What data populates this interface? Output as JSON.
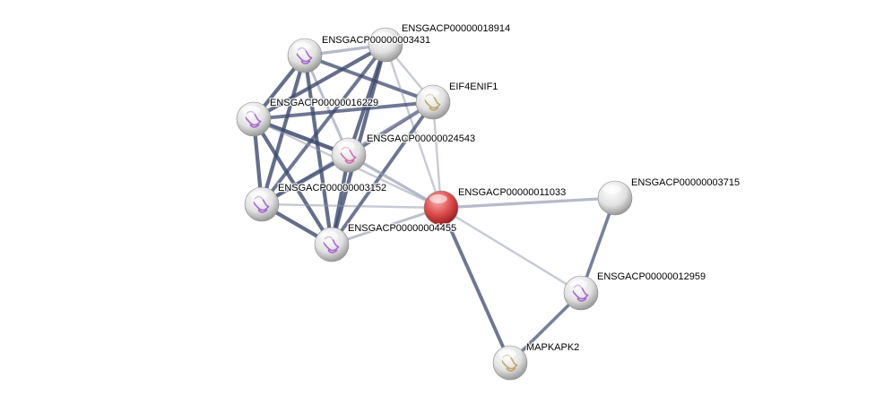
{
  "network": {
    "nodes": [
      {
        "id": "ENSGACP00000003431",
        "label": "ENSGACP00000003431",
        "color": "grey",
        "structure": "purple"
      },
      {
        "id": "ENSGACP00000018914",
        "label": "ENSGACP00000018914",
        "color": "grey",
        "structure": ""
      },
      {
        "id": "EIF4ENIF1",
        "label": "EIF4ENIF1",
        "color": "grey",
        "structure": "tan"
      },
      {
        "id": "ENSGACP00000016229",
        "label": "ENSGACP00000016229",
        "color": "grey",
        "structure": "purple"
      },
      {
        "id": "ENSGACP00000024543",
        "label": "ENSGACP00000024543",
        "color": "grey",
        "structure": "pink"
      },
      {
        "id": "ENSGACP00000003152",
        "label": "ENSGACP00000003152",
        "color": "grey",
        "structure": "purple"
      },
      {
        "id": "ENSGACP00000011033",
        "label": "ENSGACP00000011033",
        "color": "red",
        "structure": ""
      },
      {
        "id": "ENSGACP00000004455",
        "label": "ENSGACP00000004455",
        "color": "grey",
        "structure": "purple"
      },
      {
        "id": "ENSGACP00000003715",
        "label": "ENSGACP00000003715",
        "color": "grey",
        "structure": ""
      },
      {
        "id": "ENSGACP00000012959",
        "label": "ENSGACP00000012959",
        "color": "grey",
        "structure": "purple"
      },
      {
        "id": "MAPKAPK2",
        "label": "MAPKAPK2",
        "color": "grey",
        "structure": "tan"
      }
    ],
    "edges": [
      [
        "ENSGACP00000003431",
        "ENSGACP00000018914",
        0.6
      ],
      [
        "ENSGACP00000003431",
        "EIF4ENIF1",
        0.8
      ],
      [
        "ENSGACP00000003431",
        "ENSGACP00000016229",
        0.9
      ],
      [
        "ENSGACP00000003431",
        "ENSGACP00000024543",
        0.5
      ],
      [
        "ENSGACP00000003431",
        "ENSGACP00000003152",
        0.9
      ],
      [
        "ENSGACP00000003431",
        "ENSGACP00000004455",
        0.9
      ],
      [
        "ENSGACP00000018914",
        "EIF4ENIF1",
        0.3
      ],
      [
        "ENSGACP00000018914",
        "ENSGACP00000016229",
        0.9
      ],
      [
        "ENSGACP00000018914",
        "ENSGACP00000024543",
        0.9
      ],
      [
        "ENSGACP00000018914",
        "ENSGACP00000003152",
        0.8
      ],
      [
        "ENSGACP00000018914",
        "ENSGACP00000004455",
        0.9
      ],
      [
        "ENSGACP00000018914",
        "ENSGACP00000011033",
        0.3
      ],
      [
        "EIF4ENIF1",
        "ENSGACP00000016229",
        0.8
      ],
      [
        "EIF4ENIF1",
        "ENSGACP00000024543",
        0.8
      ],
      [
        "EIF4ENIF1",
        "ENSGACP00000003152",
        0.5
      ],
      [
        "EIF4ENIF1",
        "ENSGACP00000004455",
        0.8
      ],
      [
        "EIF4ENIF1",
        "ENSGACP00000011033",
        0.3
      ],
      [
        "ENSGACP00000016229",
        "ENSGACP00000024543",
        1.0
      ],
      [
        "ENSGACP00000016229",
        "ENSGACP00000003152",
        0.9
      ],
      [
        "ENSGACP00000016229",
        "ENSGACP00000004455",
        0.9
      ],
      [
        "ENSGACP00000016229",
        "ENSGACP00000011033",
        0.3
      ],
      [
        "ENSGACP00000024543",
        "ENSGACP00000003152",
        0.9
      ],
      [
        "ENSGACP00000024543",
        "ENSGACP00000004455",
        0.9
      ],
      [
        "ENSGACP00000024543",
        "ENSGACP00000011033",
        0.6
      ],
      [
        "ENSGACP00000003152",
        "ENSGACP00000004455",
        0.9
      ],
      [
        "ENSGACP00000003152",
        "ENSGACP00000011033",
        0.3
      ],
      [
        "ENSGACP00000004455",
        "ENSGACP00000011033",
        0.5
      ],
      [
        "ENSGACP00000011033",
        "ENSGACP00000003715",
        0.6
      ],
      [
        "ENSGACP00000011033",
        "ENSGACP00000012959",
        0.3
      ],
      [
        "ENSGACP00000011033",
        "MAPKAPK2",
        0.8
      ],
      [
        "ENSGACP00000003715",
        "ENSGACP00000012959",
        0.7
      ],
      [
        "ENSGACP00000012959",
        "MAPKAPK2",
        0.7
      ]
    ]
  }
}
